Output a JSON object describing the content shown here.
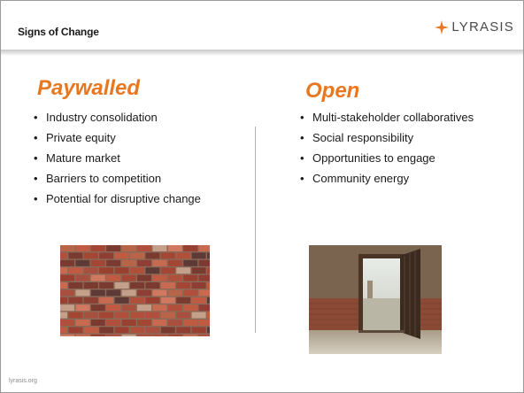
{
  "header": {
    "title": "Signs of Change",
    "logo_text": "LYRASIS",
    "logo_color": "#e87722"
  },
  "left": {
    "heading": "Paywalled",
    "bullets": [
      "Industry consolidation",
      "Private equity",
      "Mature market",
      "Barriers to competition",
      "Potential for disruptive change"
    ]
  },
  "right": {
    "heading": "Open",
    "bullets": [
      "Multi-stakeholder collaboratives",
      "Social responsibility",
      "Opportunities to engage",
      "Community energy"
    ]
  },
  "footer": {
    "text": "lyrasis.org"
  },
  "colors": {
    "accent": "#e87722",
    "text": "#1a1a1a"
  }
}
